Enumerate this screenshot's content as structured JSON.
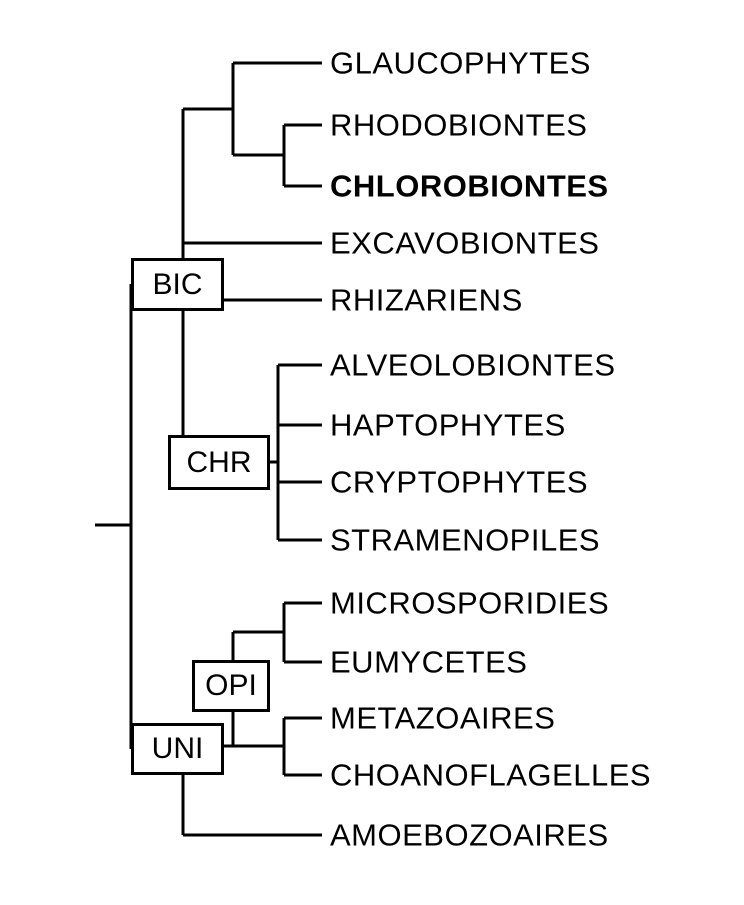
{
  "figure": {
    "type": "cladogram",
    "colors": {
      "line": "#000000",
      "background": "#ffffff",
      "text": "#000000"
    },
    "clades": [
      {
        "label": "BIC"
      },
      {
        "label": "CHR"
      },
      {
        "label": "OPI"
      },
      {
        "label": "UNI"
      }
    ],
    "taxa": [
      {
        "label": "GLAUCOPHYTES",
        "bold": false
      },
      {
        "label": "RHODOBIONTES",
        "bold": false
      },
      {
        "label": "CHLOROBIONTES",
        "bold": true
      },
      {
        "label": "EXCAVOBIONTES",
        "bold": false
      },
      {
        "label": "RHIZARIENS",
        "bold": false
      },
      {
        "label": "ALVEOLOBIONTES",
        "bold": false
      },
      {
        "label": "HAPTOPHYTES",
        "bold": false
      },
      {
        "label": "CRYPTOPHYTES",
        "bold": false
      },
      {
        "label": "STRAMENOPILES",
        "bold": false
      },
      {
        "label": "MICROSPORIDIES",
        "bold": false
      },
      {
        "label": "EUMYCETES",
        "bold": false
      },
      {
        "label": "METAZOAIRES",
        "bold": false
      },
      {
        "label": "CHOANOFLAGELLES",
        "bold": false
      },
      {
        "label": "AMOEBOZOAIRES",
        "bold": false
      }
    ],
    "tree": {
      "label": "root",
      "children": [
        {
          "label": "BIC",
          "children": [
            {
              "children": [
                {
                  "label": "GLAUCOPHYTES"
                },
                {
                  "children": [
                    {
                      "label": "RHODOBIONTES"
                    },
                    {
                      "label": "CHLOROBIONTES"
                    }
                  ]
                }
              ]
            },
            {
              "label": "EXCAVOBIONTES"
            },
            {
              "label": "RHIZARIENS"
            },
            {
              "label": "CHR",
              "children": [
                {
                  "label": "ALVEOLOBIONTES"
                },
                {
                  "label": "HAPTOPHYTES"
                },
                {
                  "label": "CRYPTOPHYTES"
                },
                {
                  "label": "STRAMENOPILES"
                }
              ]
            }
          ]
        },
        {
          "label": "UNI",
          "children": [
            {
              "label": "OPI",
              "children": [
                {
                  "children": [
                    {
                      "label": "MICROSPORIDIES"
                    },
                    {
                      "label": "EUMYCETES"
                    }
                  ]
                },
                {
                  "children": [
                    {
                      "label": "METAZOAIRES"
                    },
                    {
                      "label": "CHOANOFLAGELLES"
                    }
                  ]
                }
              ]
            },
            {
              "label": "AMOEBOZOAIRES"
            }
          ]
        }
      ]
    }
  }
}
